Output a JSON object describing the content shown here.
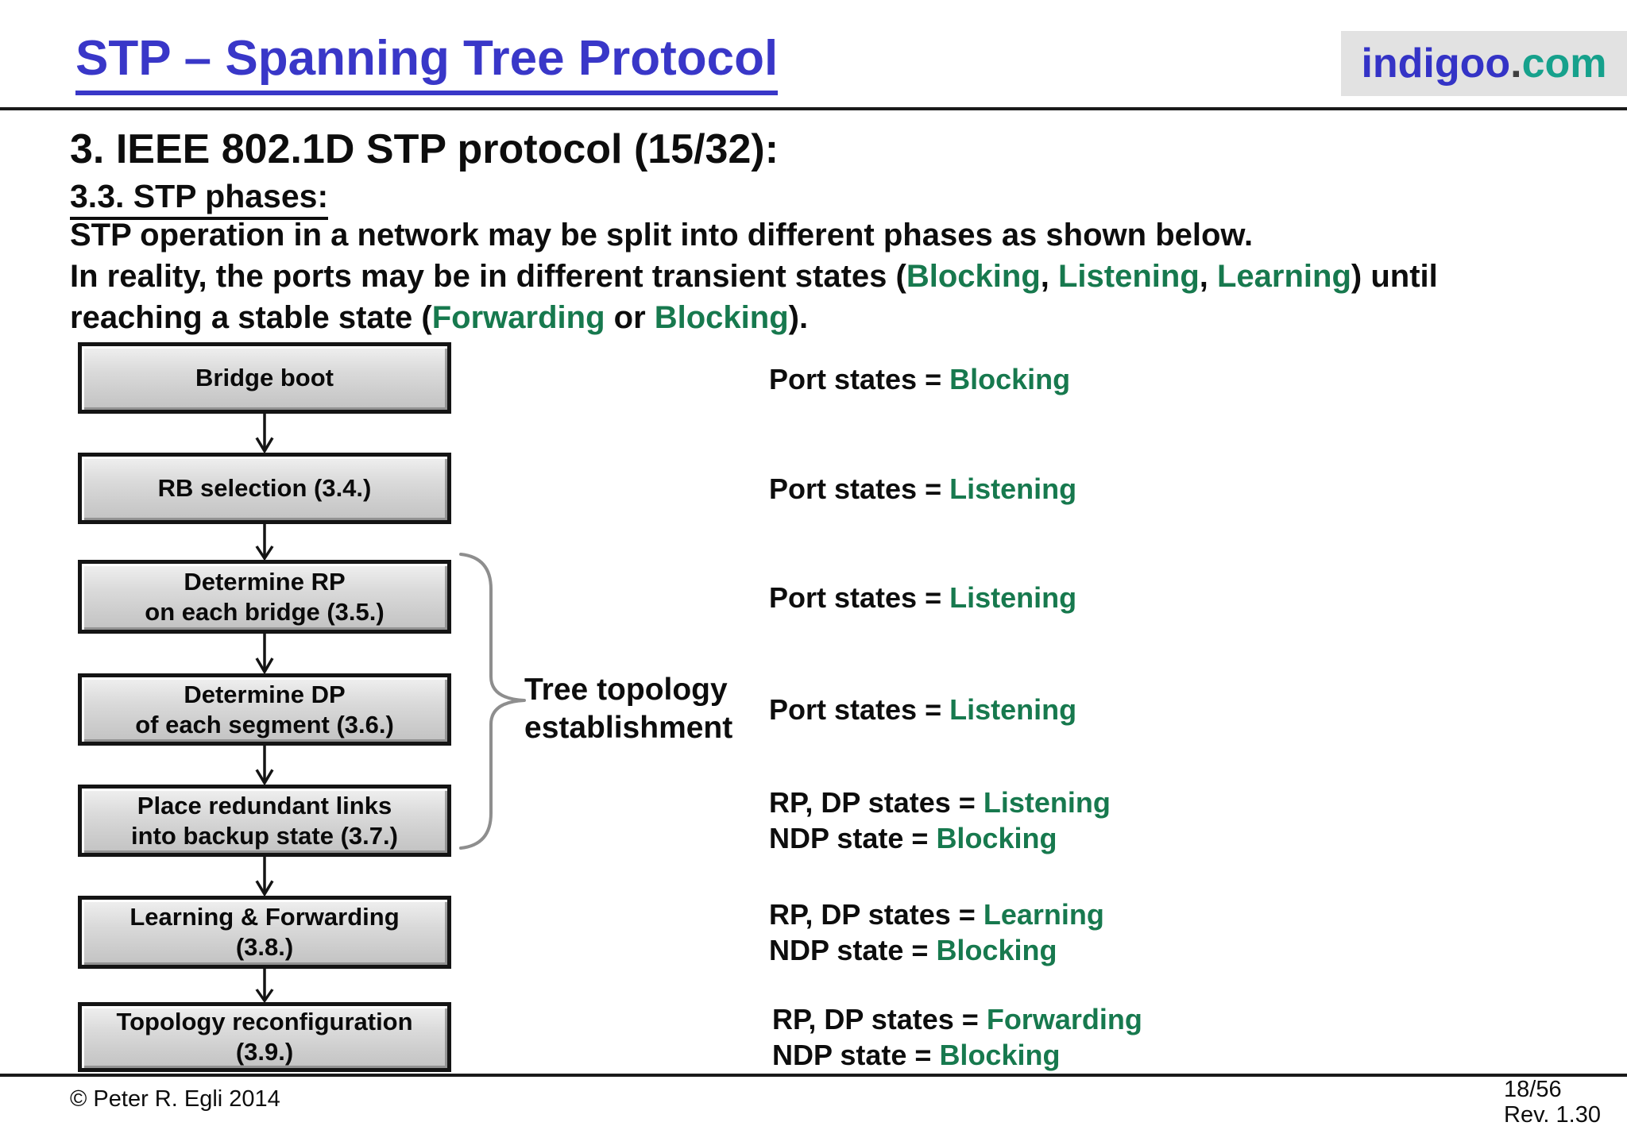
{
  "colors": {
    "title_blue": "#3937c8",
    "state_green": "#17794e",
    "logo_blue": "#3433c6",
    "logo_teal": "#16a18c",
    "logo_dot_gray": "#3f3f3f"
  },
  "header": {
    "title": "STP – Spanning Tree Protocol",
    "logo": {
      "name": "indigoo",
      "dot": ".",
      "tld": "com"
    }
  },
  "content": {
    "heading": "3. IEEE 802.1D STP protocol (15/32):",
    "subheading": "3.3. STP phases:",
    "paragraph_line1": "STP operation in a network may be split into different phases as shown below.",
    "paragraph_line2": {
      "seg1": "In reality, the ports may be in different transient states (",
      "seg2": "Blocking",
      "seg3": ", ",
      "seg4": "Listening",
      "seg5": ", ",
      "seg6": "Learning",
      "seg7": ") until"
    },
    "paragraph_line3": {
      "seg1": "reaching a stable state (",
      "seg2": "Forwarding",
      "seg3": " or ",
      "seg4": "Blocking",
      "seg5": ")."
    }
  },
  "flowchart": {
    "boxes": [
      {
        "line1": "Bridge boot",
        "line2": ""
      },
      {
        "line1": "RB selection (3.4.)",
        "line2": ""
      },
      {
        "line1": "Determine RP",
        "line2": "on each bridge (3.5.)"
      },
      {
        "line1": "Determine DP",
        "line2": "of each segment (3.6.)"
      },
      {
        "line1": "Place redundant links",
        "line2": "into backup state (3.7.)"
      },
      {
        "line1": "Learning & Forwarding",
        "line2": "(3.8.)"
      },
      {
        "line1": "Topology reconfiguration",
        "line2": "(3.9.)"
      }
    ],
    "brace_label_line1": "Tree topology",
    "brace_label_line2": "establishment"
  },
  "states": [
    {
      "lines": [
        {
          "label": "Port states = ",
          "value": "Blocking"
        }
      ]
    },
    {
      "lines": [
        {
          "label": "Port states = ",
          "value": "Listening"
        }
      ]
    },
    {
      "lines": [
        {
          "label": "Port states = ",
          "value": "Listening"
        }
      ]
    },
    {
      "lines": [
        {
          "label": "Port states = ",
          "value": "Listening"
        }
      ]
    },
    {
      "lines": [
        {
          "label": "RP, DP states = ",
          "value": "Listening"
        },
        {
          "label": "NDP state = ",
          "value": "Blocking"
        }
      ]
    },
    {
      "lines": [
        {
          "label": "RP, DP states = ",
          "value": "Learning"
        },
        {
          "label": "NDP state = ",
          "value": "Blocking"
        }
      ]
    },
    {
      "lines": [
        {
          "label": "RP, DP states = ",
          "value": "Forwarding"
        },
        {
          "label": "NDP state = ",
          "value": "Blocking"
        }
      ]
    }
  ],
  "footer": {
    "copyright": "© Peter R. Egli 2014",
    "page": "18/56",
    "revision": "Rev. 1.30"
  }
}
